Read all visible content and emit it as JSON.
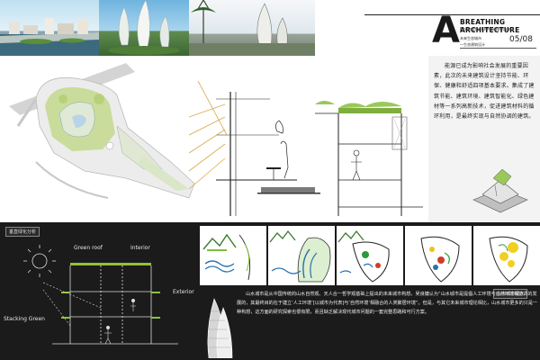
{
  "title": {
    "letter": "A",
    "main": "BREATHING ARCHITECTURE",
    "sub": "Ecological Architecture",
    "cn_line1": "未来生态城市",
    "cn_line2": "一生态建筑设计",
    "page": "05/08"
  },
  "intro_text": "能源已成为影响社会发展的重要因素，此次的未来建筑设计坚持节能、环保、健康和舒适四项基本要求。集成了建筑节能、建筑环境、建筑智能化、绿色建材等一系列高新技术，促进建筑材料的循环利用，是最终实现与自然协调的建筑。",
  "section_labels": {
    "vertical": "垂直绿化分析",
    "mountain_water": "山水城市理念"
  },
  "section_diagram": {
    "green_roof": "Green roof",
    "interior": "Interior",
    "exterior": "Exterior",
    "stacking_green": "Stacking Green"
  },
  "bottom_text": "山水城市是从中国传统的山水自然观、天人合一哲学观基础上提出的未来城市构想。吴良镛认为“山水城市是提倡人工环境与自然环境相协调的发展的，其最终目的在于建立‘人工环境’[以城市为代表]与‘自然环境’相融合的人类聚居环境”。但是，与其它未来城市理论相比，山水城市更多的只是一种构想，这方面的研究探索也很有限，而且缺乏解决现代城市问题的一套完整思路和可行方案。",
  "colors": {
    "dark_band": "#1b1b1b",
    "accent_green": "#8fc23a",
    "panel_bg": "#f3f3f3",
    "plan_road": "#c8c8c8",
    "plan_green": "#c9dc9b"
  }
}
